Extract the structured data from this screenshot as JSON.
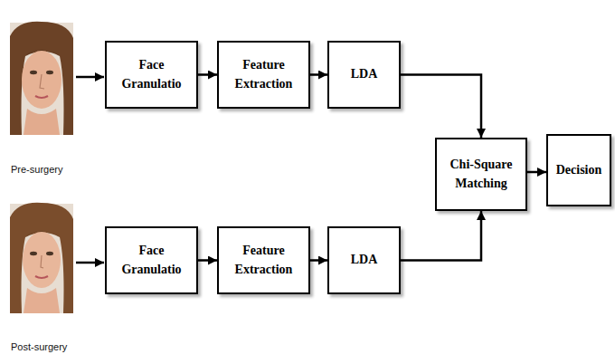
{
  "diagram": {
    "nodes": [
      {
        "text": [
          "Face Granulatio"
        ]
      },
      {
        "text": [
          "Feature Extraction"
        ]
      },
      {
        "text": [
          "LDA"
        ]
      },
      {
        "text": [
          "Chi-Square Matching"
        ]
      },
      {
        "text": [
          "Decision"
        ]
      },
      {
        "text": [
          "Face Granulatio"
        ]
      },
      {
        "text": [
          "Feature Extraction"
        ]
      },
      {
        "text": [
          "LDA"
        ]
      }
    ],
    "edges": [
      {
        "from": 0,
        "to": 1,
        "arrow": "to"
      },
      {
        "from": 1,
        "to": 2,
        "arrow": "to"
      },
      {
        "from": 2,
        "to": 3,
        "arrow": "to"
      },
      {
        "from": 5,
        "to": 6,
        "arrow": "to"
      },
      {
        "from": 6,
        "to": 7,
        "arrow": "to"
      },
      {
        "from": 7,
        "to": 3,
        "arrow": "to"
      },
      {
        "from": 3,
        "to": 4,
        "arrow": "to"
      }
    ],
    "labels": [
      "Pre-surgery",
      "Post-surgery"
    ]
  }
}
